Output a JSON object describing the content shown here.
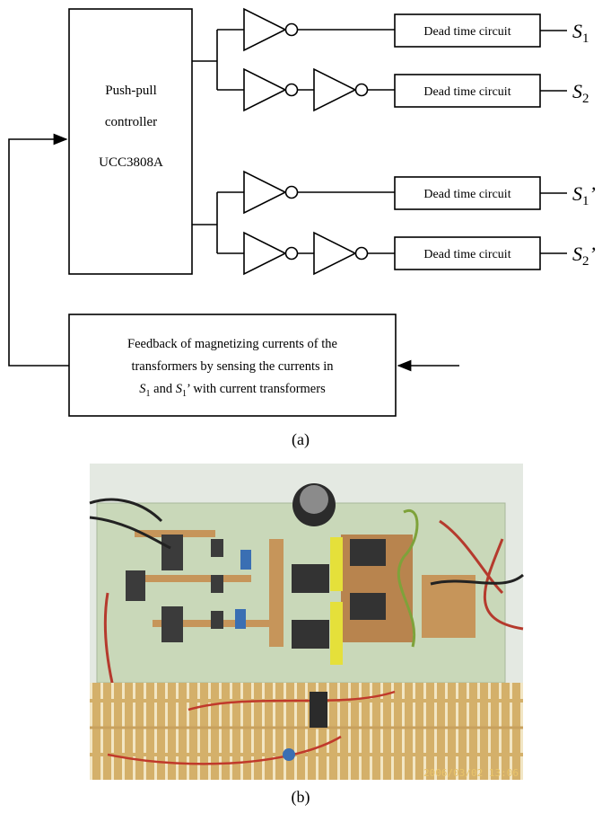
{
  "figure": {
    "panel_a_label": "(a)",
    "panel_b_label": "(b)"
  },
  "controller": {
    "line1": "Push-pull",
    "line2": "controller",
    "line3": "UCC3808A"
  },
  "dead_time_label": "Dead time circuit",
  "outputs": [
    {
      "main": "S",
      "sub": "1",
      "prime": ""
    },
    {
      "main": "S",
      "sub": "2",
      "prime": ""
    },
    {
      "main": "S",
      "sub": "1",
      "prime": "’"
    },
    {
      "main": "S",
      "sub": "2",
      "prime": "’"
    }
  ],
  "feedback": {
    "line1": "Feedback of magnetizing currents of the",
    "line2": "transformers by sensing the currents in",
    "line3_a": "S",
    "line3_sub1": "1",
    "line3_b": " and ",
    "line3_c": "S",
    "line3_sub2": "1",
    "line3_d": "’ with current transformers"
  },
  "photo": {
    "timestamp": "2006/03/02 13:06"
  }
}
